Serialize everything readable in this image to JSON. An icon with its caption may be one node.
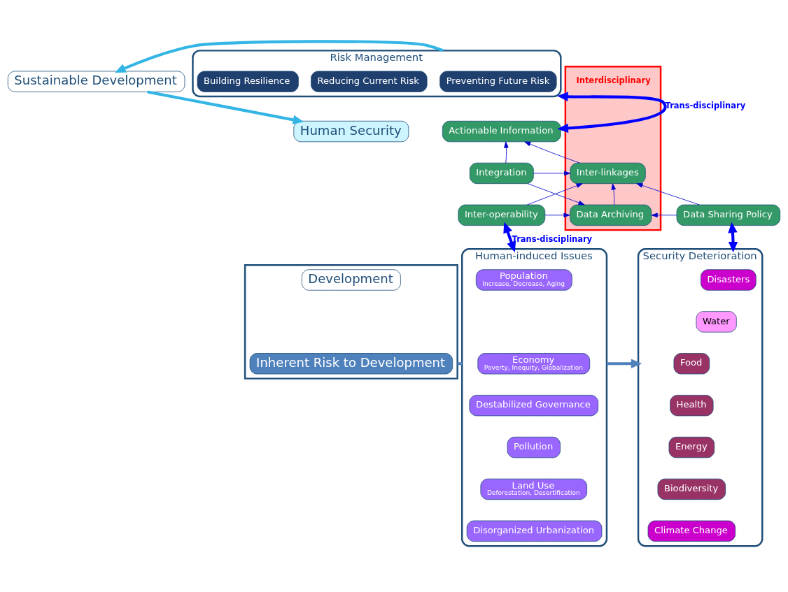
{
  "diagram": {
    "nodes": [
      {
        "text": [
          "Sustainable Development"
        ]
      },
      {
        "text": [
          "Risk Management"
        ]
      },
      {
        "text": [
          "Preventing Future Risk"
        ],
        "in": 1
      },
      {
        "text": [
          "Reducing Current Risk"
        ],
        "in": 1
      },
      {
        "text": [
          "Building Resilience"
        ],
        "in": 1
      },
      {
        "text": [
          "Human Security"
        ]
      },
      {
        "text": [],
        "shape": "box",
        "beside": [
          "Interdisciplinary"
        ]
      },
      {
        "text": [
          "Actionable Information"
        ]
      },
      {
        "text": [
          "Integration"
        ]
      },
      {
        "text": [
          "Inter-linkages"
        ],
        "in": 6
      },
      {
        "text": [
          "Inter-operability"
        ]
      },
      {
        "text": [
          "Data Archiving"
        ],
        "in": 6
      },
      {
        "text": [
          "Data Sharing Policy"
        ]
      },
      {
        "text": [],
        "shape": "box"
      },
      {
        "text": [
          "Development"
        ],
        "in": 13
      },
      {
        "text": [
          "Inherent Risk to Development"
        ],
        "in": 13
      },
      {
        "text": [
          "Human-induced Issues"
        ]
      },
      {
        "text": [
          "Population",
          "Increase, Decrease, Aging"
        ],
        "in": 16
      },
      {
        "text": [
          "Economy",
          "Poverty, Inequity, Globalization"
        ],
        "in": 16
      },
      {
        "text": [
          "Destabilized Governance"
        ],
        "in": 16
      },
      {
        "text": [
          "Pollution"
        ],
        "in": 16
      },
      {
        "text": [
          "Land Use",
          "Deforestation, Desertification"
        ],
        "in": 16
      },
      {
        "text": [
          "Disorganized Urbanization"
        ],
        "in": 16
      },
      {
        "text": [
          "Security Deterioration"
        ]
      },
      {
        "text": [
          "Disasters"
        ],
        "in": 23
      },
      {
        "text": [
          "Water"
        ],
        "in": 23
      },
      {
        "text": [
          "Food"
        ],
        "in": 23
      },
      {
        "text": [
          "Health"
        ],
        "in": 23
      },
      {
        "text": [
          "Energy"
        ],
        "in": 23
      },
      {
        "text": [
          "Biodiversity"
        ],
        "in": 23
      },
      {
        "text": [
          "Climate Change"
        ],
        "in": 23
      }
    ],
    "edges": [
      {
        "from": 1,
        "to": 0,
        "arrow": "to",
        "style": "thick",
        "color": "#33b5e5"
      },
      {
        "from": 0,
        "to": 5,
        "arrow": "to",
        "style": "thick",
        "color": "#33b5e5"
      },
      {
        "from": 7,
        "to": 1,
        "arrow": "both",
        "label": "Trans-disciplinary",
        "style": "thick",
        "color": "#0000ff"
      },
      {
        "from": 8,
        "to": 7,
        "arrow": "to"
      },
      {
        "from": 8,
        "to": 9,
        "arrow": "to"
      },
      {
        "from": 8,
        "to": 11,
        "arrow": "to"
      },
      {
        "from": 10,
        "to": 9,
        "arrow": "to"
      },
      {
        "from": 10,
        "to": 11,
        "arrow": "to"
      },
      {
        "from": 11,
        "to": 9,
        "arrow": "to"
      },
      {
        "from": 9,
        "to": 7,
        "arrow": "to"
      },
      {
        "from": 12,
        "to": 9,
        "arrow": "to"
      },
      {
        "from": 12,
        "to": 11,
        "arrow": "to"
      },
      {
        "from": 10,
        "to": 16,
        "arrow": "both",
        "label": "Trans-disciplinary",
        "style": "thick",
        "color": "#0000ff"
      },
      {
        "from": 12,
        "to": 23,
        "arrow": "both",
        "style": "thick",
        "color": "#0000ff"
      },
      {
        "from": 13,
        "to": 16,
        "arrow": "none",
        "style": "thick",
        "color": "#4f81bd"
      },
      {
        "from": 16,
        "to": 23,
        "arrow": "to",
        "style": "thick",
        "color": "#4f81bd"
      }
    ]
  }
}
